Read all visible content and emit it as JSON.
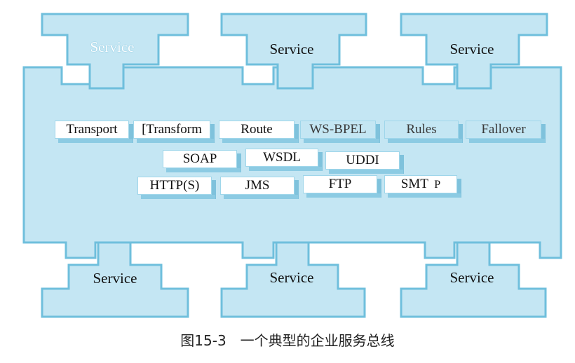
{
  "services_top": [
    "Service",
    "Service",
    "Service"
  ],
  "services_bottom": [
    "Service",
    "Service",
    "Service"
  ],
  "row1": [
    "Transport",
    "[Transform",
    "Route",
    "WS-BPEL",
    "Rules",
    "Fallover"
  ],
  "row2": [
    "SOAP",
    "WSDL",
    "UDDI"
  ],
  "row3": [
    "HTTP(S)",
    "JMS",
    "FTP",
    "SMT",
    "P"
  ],
  "caption": "图15-3　一个典型的企业服务总线",
  "colors": {
    "bus_fill": "#c4e6f3",
    "bus_stroke": "#6fbfdc",
    "light_label": "#ffffff"
  }
}
